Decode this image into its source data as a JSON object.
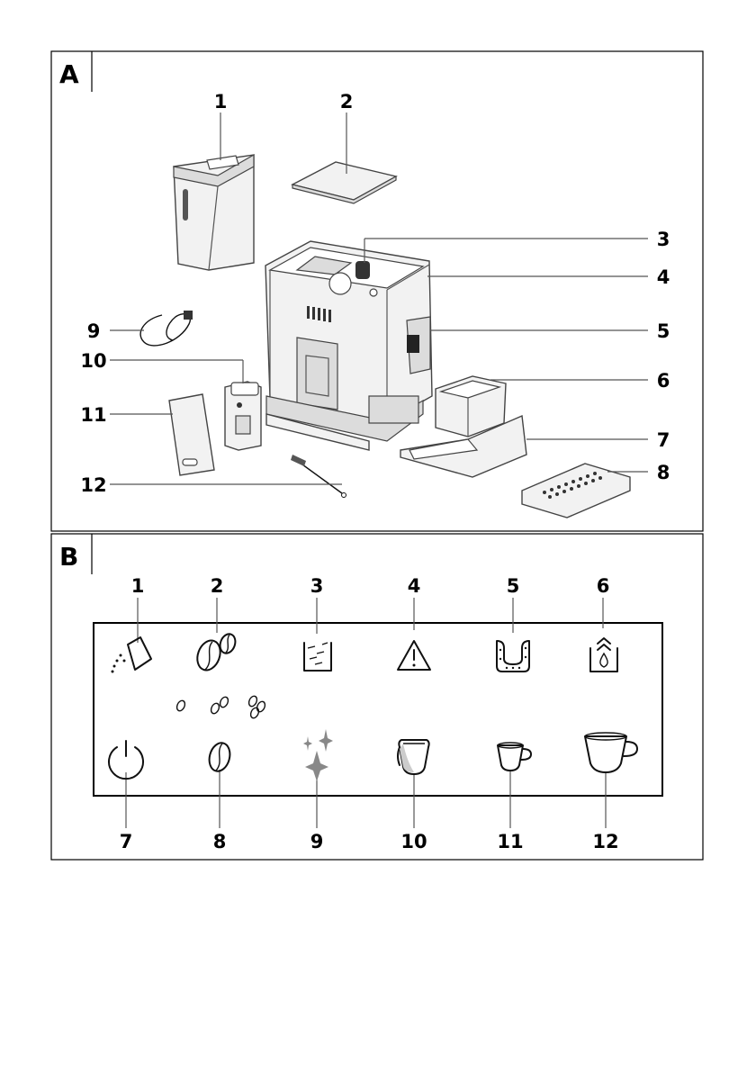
{
  "panel_a": {
    "letter": "A",
    "labels": [
      "1",
      "2",
      "3",
      "4",
      "5",
      "6",
      "7",
      "8",
      "9",
      "10",
      "11",
      "12"
    ]
  },
  "panel_b": {
    "letter": "B",
    "top_labels": [
      "1",
      "2",
      "3",
      "4",
      "5",
      "6"
    ],
    "bottom_labels": [
      "7",
      "8",
      "9",
      "10",
      "11",
      "12"
    ],
    "icons": {
      "top": [
        "pour-milk-icon",
        "coffee-beans-icon",
        "grounds-container-icon",
        "warning-icon",
        "descale-icon",
        "water-tank-icon"
      ],
      "bottom": [
        "power-icon",
        "coffee-bean-strength-icon",
        "sparkle-clean-icon",
        "tall-glass-icon",
        "small-cup-icon",
        "large-cup-icon"
      ]
    }
  }
}
